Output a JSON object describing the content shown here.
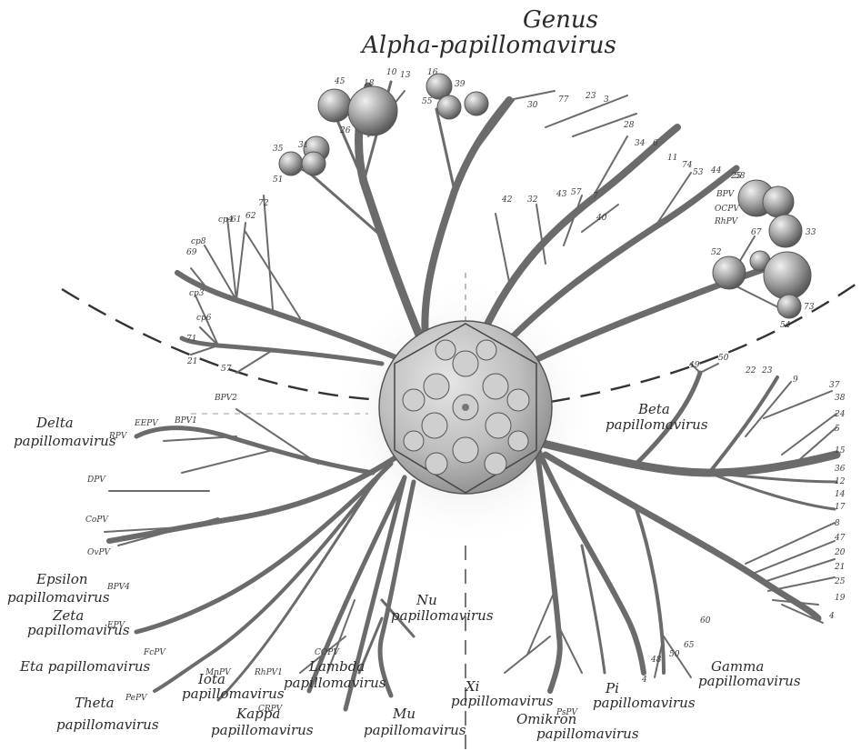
{
  "diagram": {
    "genus_line1": "Genus",
    "genus_line2": "Alpha-papillomavirus",
    "labels": {
      "delta": [
        "Delta",
        "papillomavirus"
      ],
      "beta": [
        "Beta",
        "papillomavirus"
      ],
      "epsilon": [
        "Epsilon",
        "papillomavirus"
      ],
      "zeta": [
        "Zeta",
        "papillomavirus"
      ],
      "eta": "Eta papillomavirus",
      "theta": [
        "Theta",
        "papillomavirus"
      ],
      "iota": [
        "Iota",
        "papillomavirus"
      ],
      "kappa": [
        "Kappa",
        "papillomavirus"
      ],
      "lambda": [
        "Lambda",
        "papillomavirus"
      ],
      "mu": [
        "Mu",
        "papillomavirus"
      ],
      "nu": [
        "Nu",
        "papillomavirus"
      ],
      "xi": [
        "Xi",
        "papillomavirus"
      ],
      "omikron": [
        "Omikron",
        "papillomavirus"
      ],
      "pi": [
        "Pi",
        "papillomavirus"
      ],
      "gamma": [
        "Gamma",
        "papillomavirus"
      ]
    },
    "strain_labels_top": [
      "45",
      "10",
      "13",
      "16",
      "55",
      "18",
      "39",
      "30",
      "77",
      "23",
      "3",
      "28",
      "34",
      "6",
      "11",
      "53",
      "44",
      "74",
      "32",
      "42",
      "43",
      "57",
      "7",
      "40",
      "26",
      "31",
      "35",
      "51",
      "25",
      "58",
      "67",
      "33",
      "52",
      "73",
      "54",
      "BPV",
      "OCPV",
      "RhPV",
      "cp4",
      "cp8",
      "61",
      "62",
      "72",
      "69",
      "71",
      "21",
      "cp3",
      "cp6",
      "57"
    ],
    "strain_labels_left": [
      "BPV2",
      "BPV1",
      "EEPV",
      "RPV",
      "DPV",
      "OvPV",
      "CoPV",
      "BPV4",
      "EPV",
      "FcPV",
      "PePV"
    ],
    "strain_labels_right": [
      "49",
      "50",
      "22",
      "23",
      "9",
      "37",
      "38",
      "24",
      "5",
      "15",
      "36",
      "12",
      "14",
      "17",
      "8",
      "47",
      "20",
      "21",
      "25",
      "19",
      "4",
      "65",
      "60",
      "48",
      "50",
      "4",
      "MnPV",
      "RhPV1",
      "COPV",
      "PsPV",
      "CRPV"
    ]
  }
}
